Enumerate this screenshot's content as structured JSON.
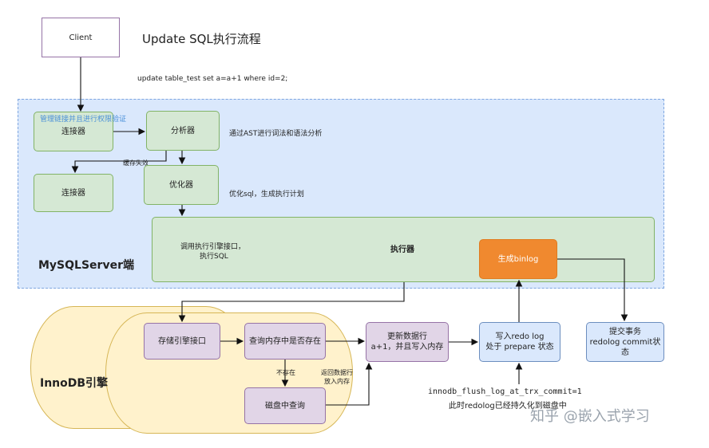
{
  "title": "Update SQL执行流程",
  "sql": "update table_test set a=a+1 where id=2;",
  "client": "Client",
  "server_label": "MySQLServer端",
  "engine_label": "InnoDB引擎",
  "nodes": {
    "connector1": "连接器",
    "connector2": "连接器",
    "analyzer": "分析器",
    "optimizer": "优化器",
    "executor": "执行器",
    "binlog": "生成binlog",
    "storage_interface": "存储引擎接口",
    "query_memory": "查询内存中是否存在",
    "disk_query": "磁盘中查询",
    "update_row_1": "更新数据行",
    "update_row_2": "a+1，并且写入内存",
    "redo_1": "写入redo log",
    "redo_2": "处于 prepare 状态",
    "commit_1": "提交事务",
    "commit_2": "redolog commit状态"
  },
  "notes": {
    "auth": "管理链接并且进行权限验证",
    "cache_miss": "缓存失效",
    "analyze": "通过AST进行词法和语法分析",
    "optimize": "优化sql，生成执行计划",
    "call_engine_1": "调用执行引擎接口，",
    "call_engine_2": "执行SQL",
    "not_exist": "不存在",
    "return_1": "返回数据行",
    "return_2": "放入内存",
    "flush_1": "innodb_flush_log_at_trx_commit=1",
    "flush_2": "此时redolog已经持久化到磁盘中"
  },
  "watermark": "知乎 @嵌入式学习",
  "colors": {
    "server_bg": "#dae8fc",
    "green": "#d5e8d4",
    "purple": "#e1d5e7",
    "orange": "#f0892f",
    "cylinder": "#fff2cc"
  }
}
